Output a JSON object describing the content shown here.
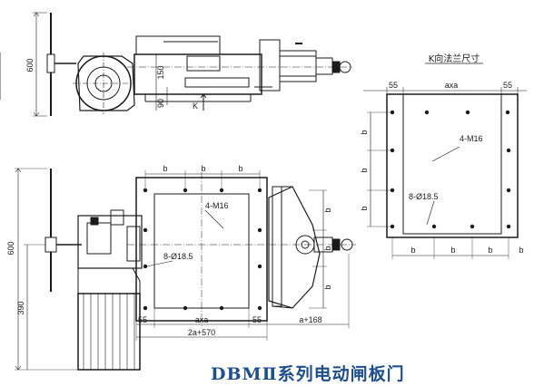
{
  "title": "DBMⅡ系列电动闸板门",
  "k_view": {
    "caption": "K向法兰尺寸",
    "dim_55_left": "55",
    "dim_axa": "axa",
    "dim_55_right": "55",
    "side_b": [
      "b",
      "b",
      "b"
    ],
    "bottom_b": [
      "b",
      "b",
      "b",
      "b"
    ],
    "thread": "4-M16",
    "hole": "8-Ø18.5"
  },
  "top_view": {
    "dim_600": "600",
    "dim_150": "150",
    "dim_90": "90",
    "k_label": "K"
  },
  "front_view": {
    "dim_600": "600",
    "dim_390": "390",
    "top_b": [
      "b",
      "b",
      "b"
    ],
    "right_b": [
      "b",
      "b",
      "b"
    ],
    "thread": "4-M16",
    "hole": "8-Ø18.5",
    "dim_55_left": "55",
    "dim_axa": "axa",
    "dim_55_right": "55",
    "dim_a168": "a+168",
    "dim_2a570": "2a+570"
  },
  "colors": {
    "line": "#1b1b1b",
    "title": "#1f4e8c"
  }
}
